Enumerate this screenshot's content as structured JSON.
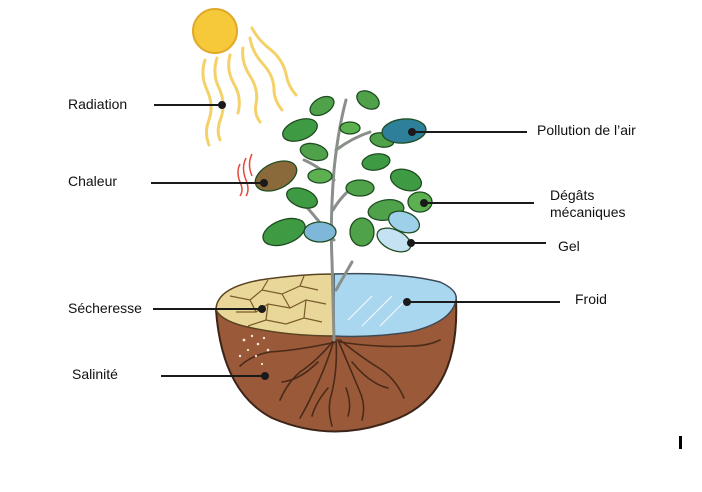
{
  "labels": {
    "radiation": "Radiation",
    "chaleur": "Chaleur",
    "secheresse": "Sécheresse",
    "salinite": "Salinité",
    "pollution": "Pollution de l’air",
    "degats_line1": "Dégâts",
    "degats_line2": "mécaniques",
    "gel": "Gel",
    "froid": "Froid"
  },
  "colors": {
    "sun": "#f6c93b",
    "ray": "#f4d269",
    "leaf": "#3f9a44",
    "soil": "#9a5a3a",
    "dry_soil": "#e9d79a",
    "water": "#a9d7f0",
    "pointer": "#1a1a1a"
  }
}
